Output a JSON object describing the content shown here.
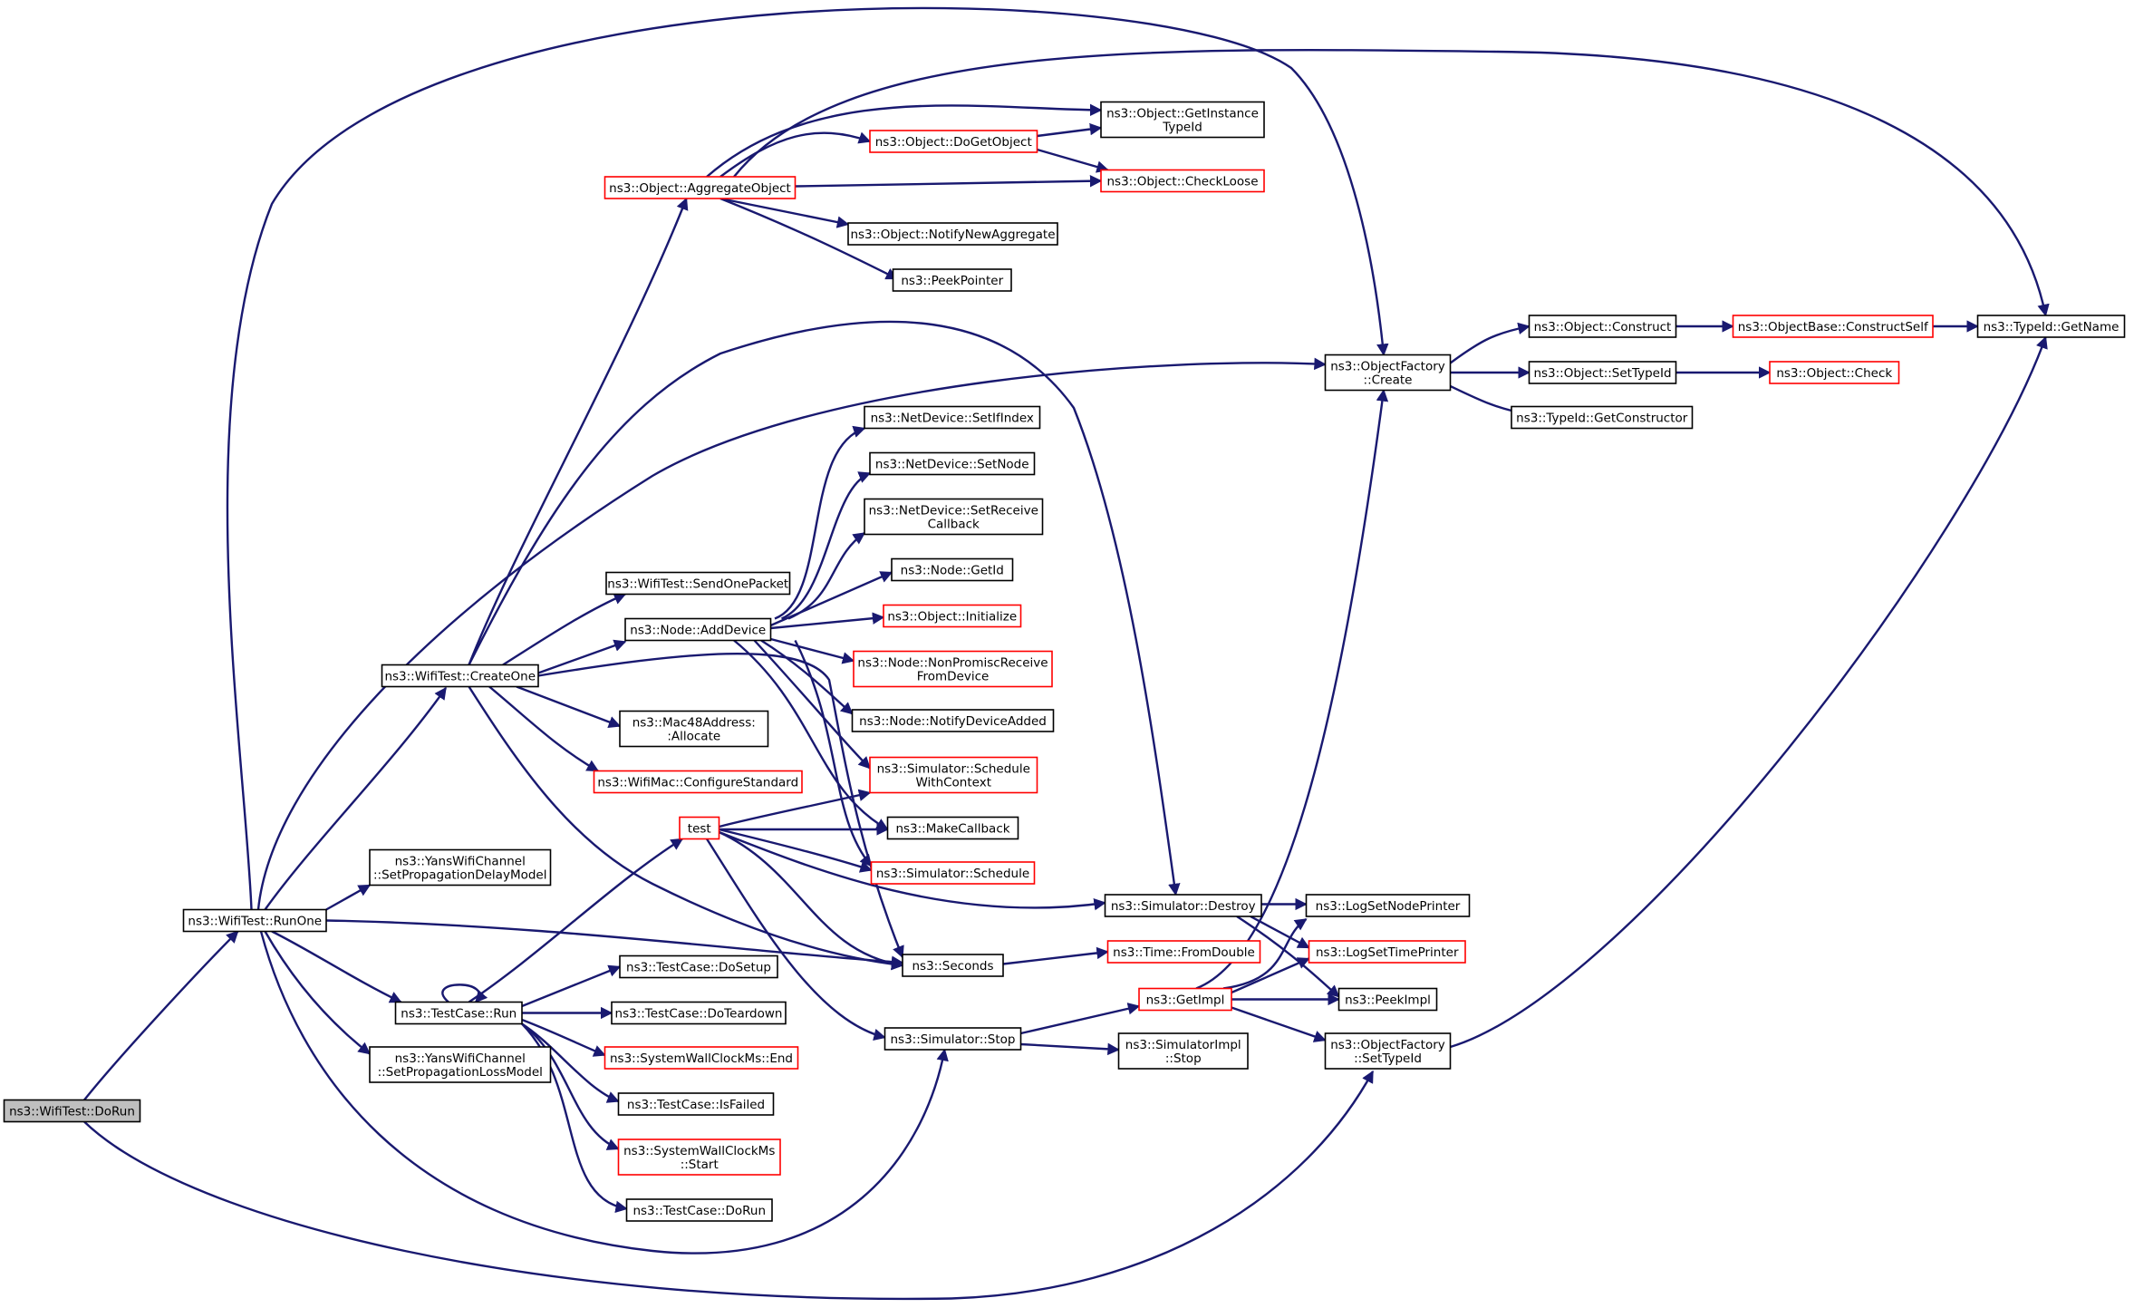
{
  "colors": {
    "edge": "#191970",
    "border_default": "#000000",
    "border_truncated": "#ff0000",
    "root_fill": "#bfbfbf"
  },
  "nodes": {
    "dorun_root": {
      "lines": [
        "ns3::WifiTest::DoRun"
      ]
    },
    "runone": {
      "lines": [
        "ns3::WifiTest::RunOne"
      ]
    },
    "createone": {
      "lines": [
        "ns3::WifiTest::CreateOne"
      ]
    },
    "testcase_run": {
      "lines": [
        "ns3::TestCase::Run"
      ]
    },
    "set_prop_delay": {
      "lines": [
        "ns3::YansWifiChannel",
        "::SetPropagationDelayModel"
      ]
    },
    "set_prop_loss": {
      "lines": [
        "ns3::YansWifiChannel",
        "::SetPropagationLossModel"
      ]
    },
    "aggregate": {
      "lines": [
        "ns3::Object::AggregateObject"
      ]
    },
    "sendonepacket": {
      "lines": [
        "ns3::WifiTest::SendOnePacket"
      ]
    },
    "node_adddevice": {
      "lines": [
        "ns3::Node::AddDevice"
      ]
    },
    "mac48": {
      "lines": [
        "ns3::Mac48Address:",
        ":Allocate"
      ]
    },
    "configurestd": {
      "lines": [
        "ns3::WifiMac::ConfigureStandard"
      ]
    },
    "test": {
      "lines": [
        "test"
      ]
    },
    "dosetup": {
      "lines": [
        "ns3::TestCase::DoSetup"
      ]
    },
    "doteardown": {
      "lines": [
        "ns3::TestCase::DoTeardown"
      ]
    },
    "syswall_end": {
      "lines": [
        "ns3::SystemWallClockMs::End"
      ]
    },
    "isfailed": {
      "lines": [
        "ns3::TestCase::IsFailed"
      ]
    },
    "syswall_start": {
      "lines": [
        "ns3::SystemWallClockMs",
        "::Start"
      ]
    },
    "tc_dorun": {
      "lines": [
        "ns3::TestCase::DoRun"
      ]
    },
    "getinstancetypeid": {
      "lines": [
        "ns3::Object::GetInstance",
        "TypeId"
      ]
    },
    "dogetobject": {
      "lines": [
        "ns3::Object::DoGetObject"
      ]
    },
    "checkloose": {
      "lines": [
        "ns3::Object::CheckLoose"
      ]
    },
    "notifynewagg": {
      "lines": [
        "ns3::Object::NotifyNewAggregate"
      ]
    },
    "peekpointer": {
      "lines": [
        "ns3::PeekPointer"
      ]
    },
    "setifindex": {
      "lines": [
        "ns3::NetDevice::SetIfIndex"
      ]
    },
    "setnode": {
      "lines": [
        "ns3::NetDevice::SetNode"
      ]
    },
    "setreceivecb": {
      "lines": [
        "ns3::NetDevice::SetReceive",
        "Callback"
      ]
    },
    "node_getid": {
      "lines": [
        "ns3::Node::GetId"
      ]
    },
    "obj_initialize": {
      "lines": [
        "ns3::Object::Initialize"
      ]
    },
    "nonpromisc": {
      "lines": [
        "ns3::Node::NonPromiscReceive",
        "FromDevice"
      ]
    },
    "notifydeviceadded": {
      "lines": [
        "ns3::Node::NotifyDeviceAdded"
      ]
    },
    "sched_ctx": {
      "lines": [
        "ns3::Simulator::Schedule",
        "WithContext"
      ]
    },
    "makecallback": {
      "lines": [
        "ns3::MakeCallback"
      ]
    },
    "sim_schedule": {
      "lines": [
        "ns3::Simulator::Schedule"
      ]
    },
    "sim_destroy": {
      "lines": [
        "ns3::Simulator::Destroy"
      ]
    },
    "seconds": {
      "lines": [
        "ns3::Seconds"
      ]
    },
    "sim_stop": {
      "lines": [
        "ns3::Simulator::Stop"
      ]
    },
    "fromdouble": {
      "lines": [
        "ns3::Time::FromDouble"
      ]
    },
    "getimpl": {
      "lines": [
        "ns3::GetImpl"
      ]
    },
    "simimpl_stop": {
      "lines": [
        "ns3::SimulatorImpl",
        "::Stop"
      ]
    },
    "objfactory_create": {
      "lines": [
        "ns3::ObjectFactory",
        "::Create"
      ]
    },
    "objfactory_settypeid": {
      "lines": [
        "ns3::ObjectFactory",
        "::SetTypeId"
      ]
    },
    "logsetnodeprinter": {
      "lines": [
        "ns3::LogSetNodePrinter"
      ]
    },
    "logsettimeprinter": {
      "lines": [
        "ns3::LogSetTimePrinter"
      ]
    },
    "peekimpl": {
      "lines": [
        "ns3::PeekImpl"
      ]
    },
    "obj_construct": {
      "lines": [
        "ns3::Object::Construct"
      ]
    },
    "obj_settypeid": {
      "lines": [
        "ns3::Object::SetTypeId"
      ]
    },
    "getconstructor": {
      "lines": [
        "ns3::TypeId::GetConstructor"
      ]
    },
    "constructself": {
      "lines": [
        "ns3::ObjectBase::ConstructSelf"
      ]
    },
    "obj_check": {
      "lines": [
        "ns3::Object::Check"
      ]
    },
    "typeid_getname": {
      "lines": [
        "ns3::TypeId::GetName"
      ]
    }
  }
}
